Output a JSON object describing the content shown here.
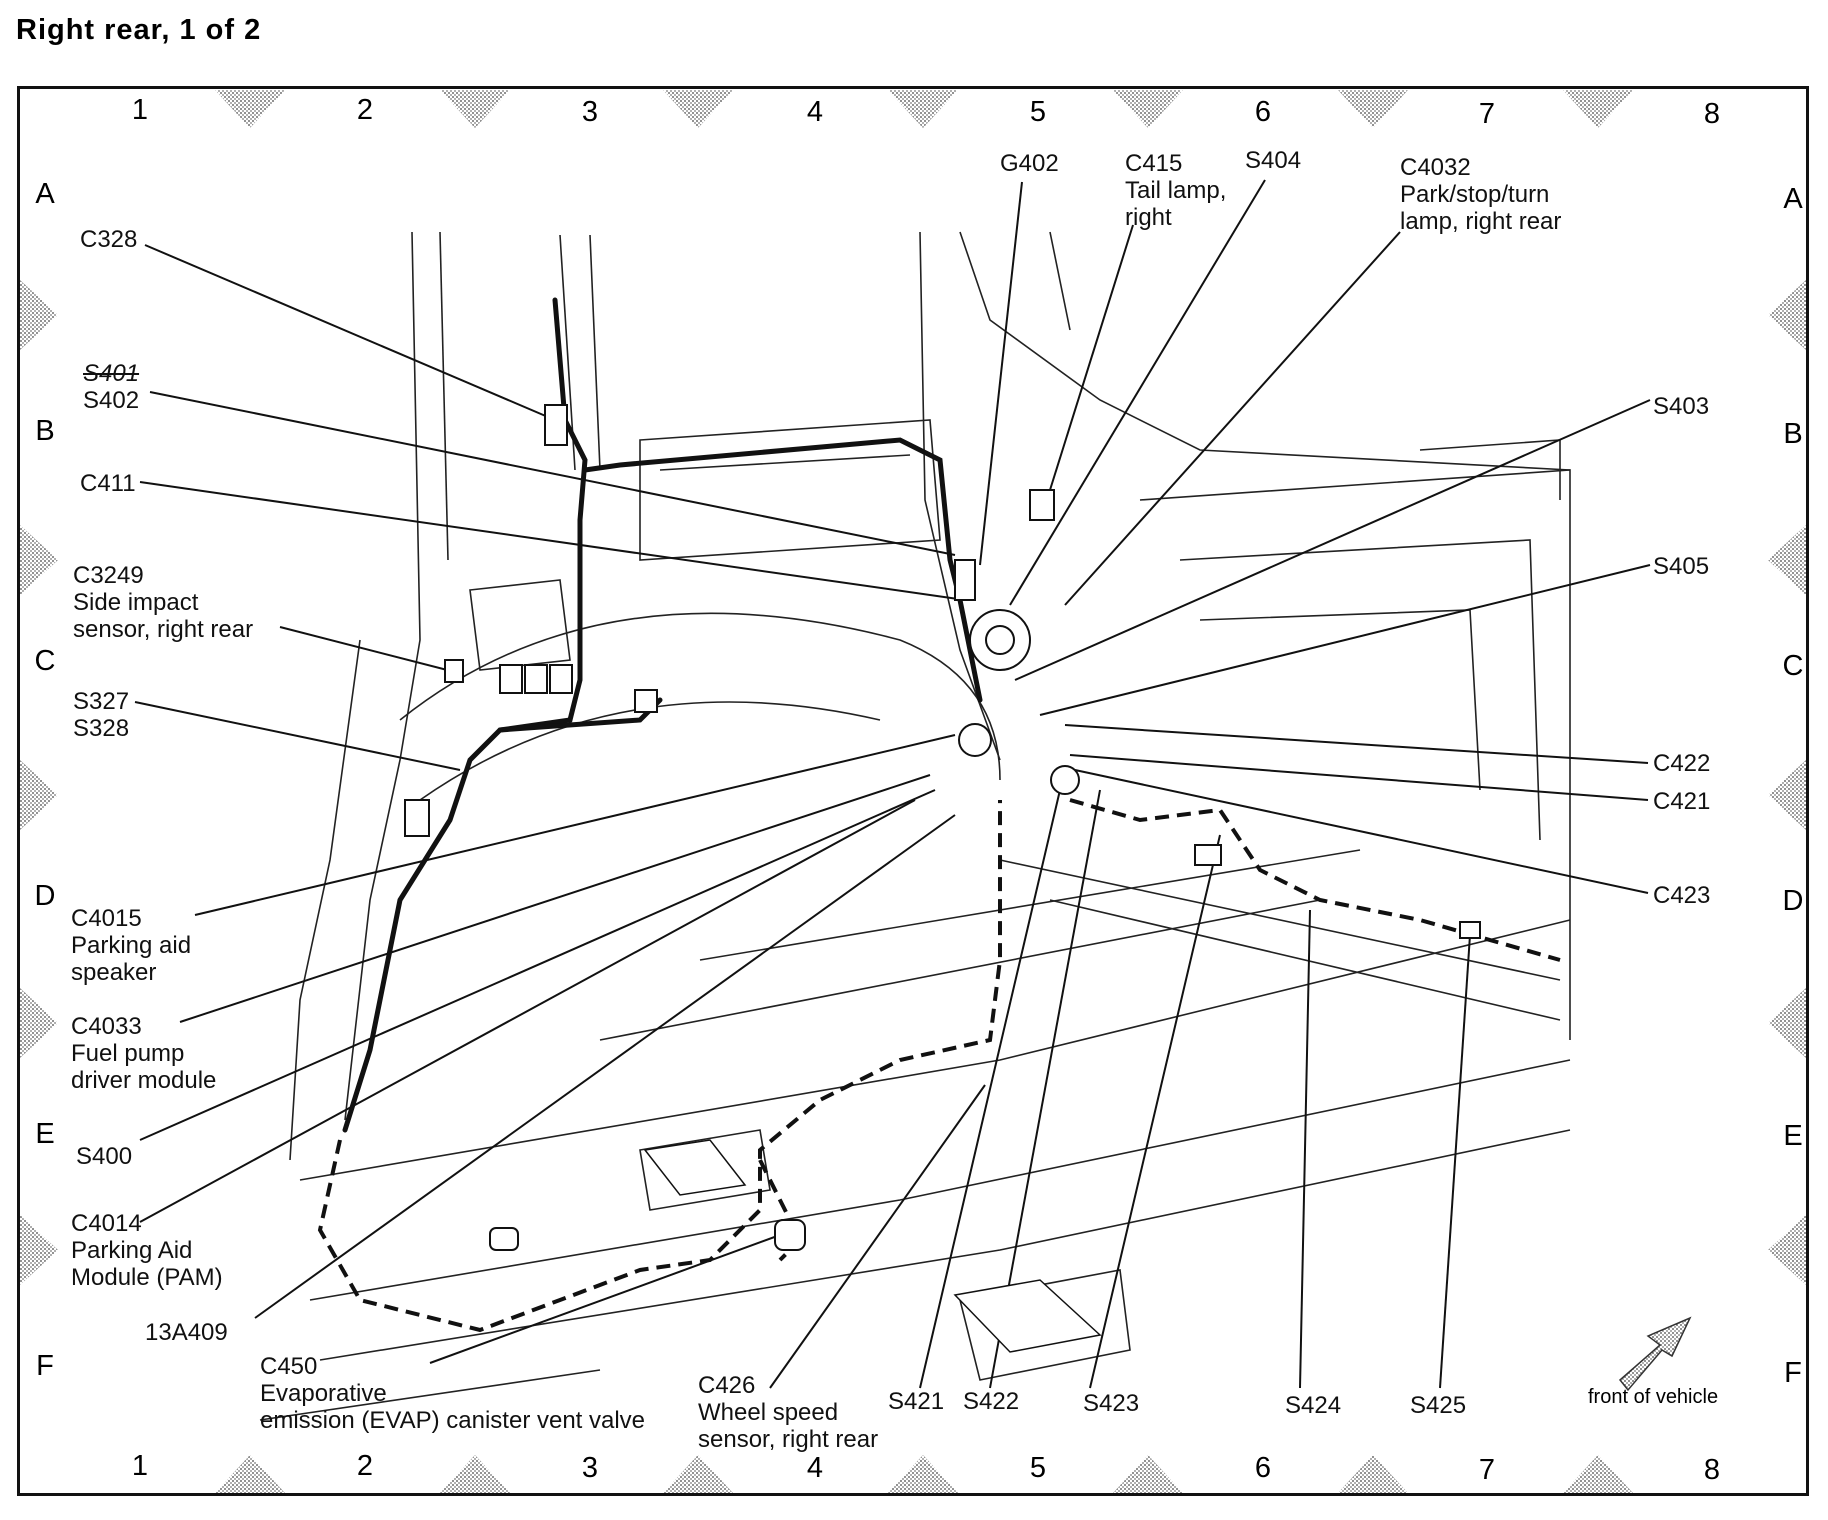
{
  "title": "Right rear, 1 of 2",
  "grid": {
    "columns": [
      "1",
      "2",
      "3",
      "4",
      "5",
      "6",
      "7",
      "8"
    ],
    "rows": [
      "A",
      "B",
      "C",
      "D",
      "E",
      "F"
    ]
  },
  "labels": {
    "C328": [
      "C328"
    ],
    "S401_S402": [
      "S401",
      "S402"
    ],
    "C411": [
      "C411"
    ],
    "C3249": [
      "C3249",
      "Side impact",
      "sensor, right rear"
    ],
    "S327_S328": [
      "S327",
      "S328"
    ],
    "C4015": [
      "C4015",
      "Parking aid",
      "speaker"
    ],
    "C4033": [
      "C4033",
      "Fuel pump",
      "driver module"
    ],
    "S400": [
      "S400"
    ],
    "C4014": [
      "C4014",
      "Parking Aid",
      "Module (PAM)"
    ],
    "13A409": [
      "13A409"
    ],
    "C450": [
      "C450",
      "Evaporative",
      "emission (EVAP) canister vent valve"
    ],
    "C426": [
      "C426",
      "Wheel speed",
      "sensor, right rear"
    ],
    "S421": [
      "S421"
    ],
    "S422": [
      "S422"
    ],
    "S423": [
      "S423"
    ],
    "S424": [
      "S424"
    ],
    "S425": [
      "S425"
    ],
    "G402": [
      "G402"
    ],
    "C415": [
      "C415",
      "Tail lamp,",
      "right"
    ],
    "S404": [
      "S404"
    ],
    "C4032": [
      "C4032",
      "Park/stop/turn",
      "lamp, right rear"
    ],
    "S403": [
      "S403"
    ],
    "S405": [
      "S405"
    ],
    "C422": [
      "C422"
    ],
    "C421": [
      "C421"
    ],
    "C423": [
      "C423"
    ]
  },
  "front_of_vehicle": "front of vehicle"
}
